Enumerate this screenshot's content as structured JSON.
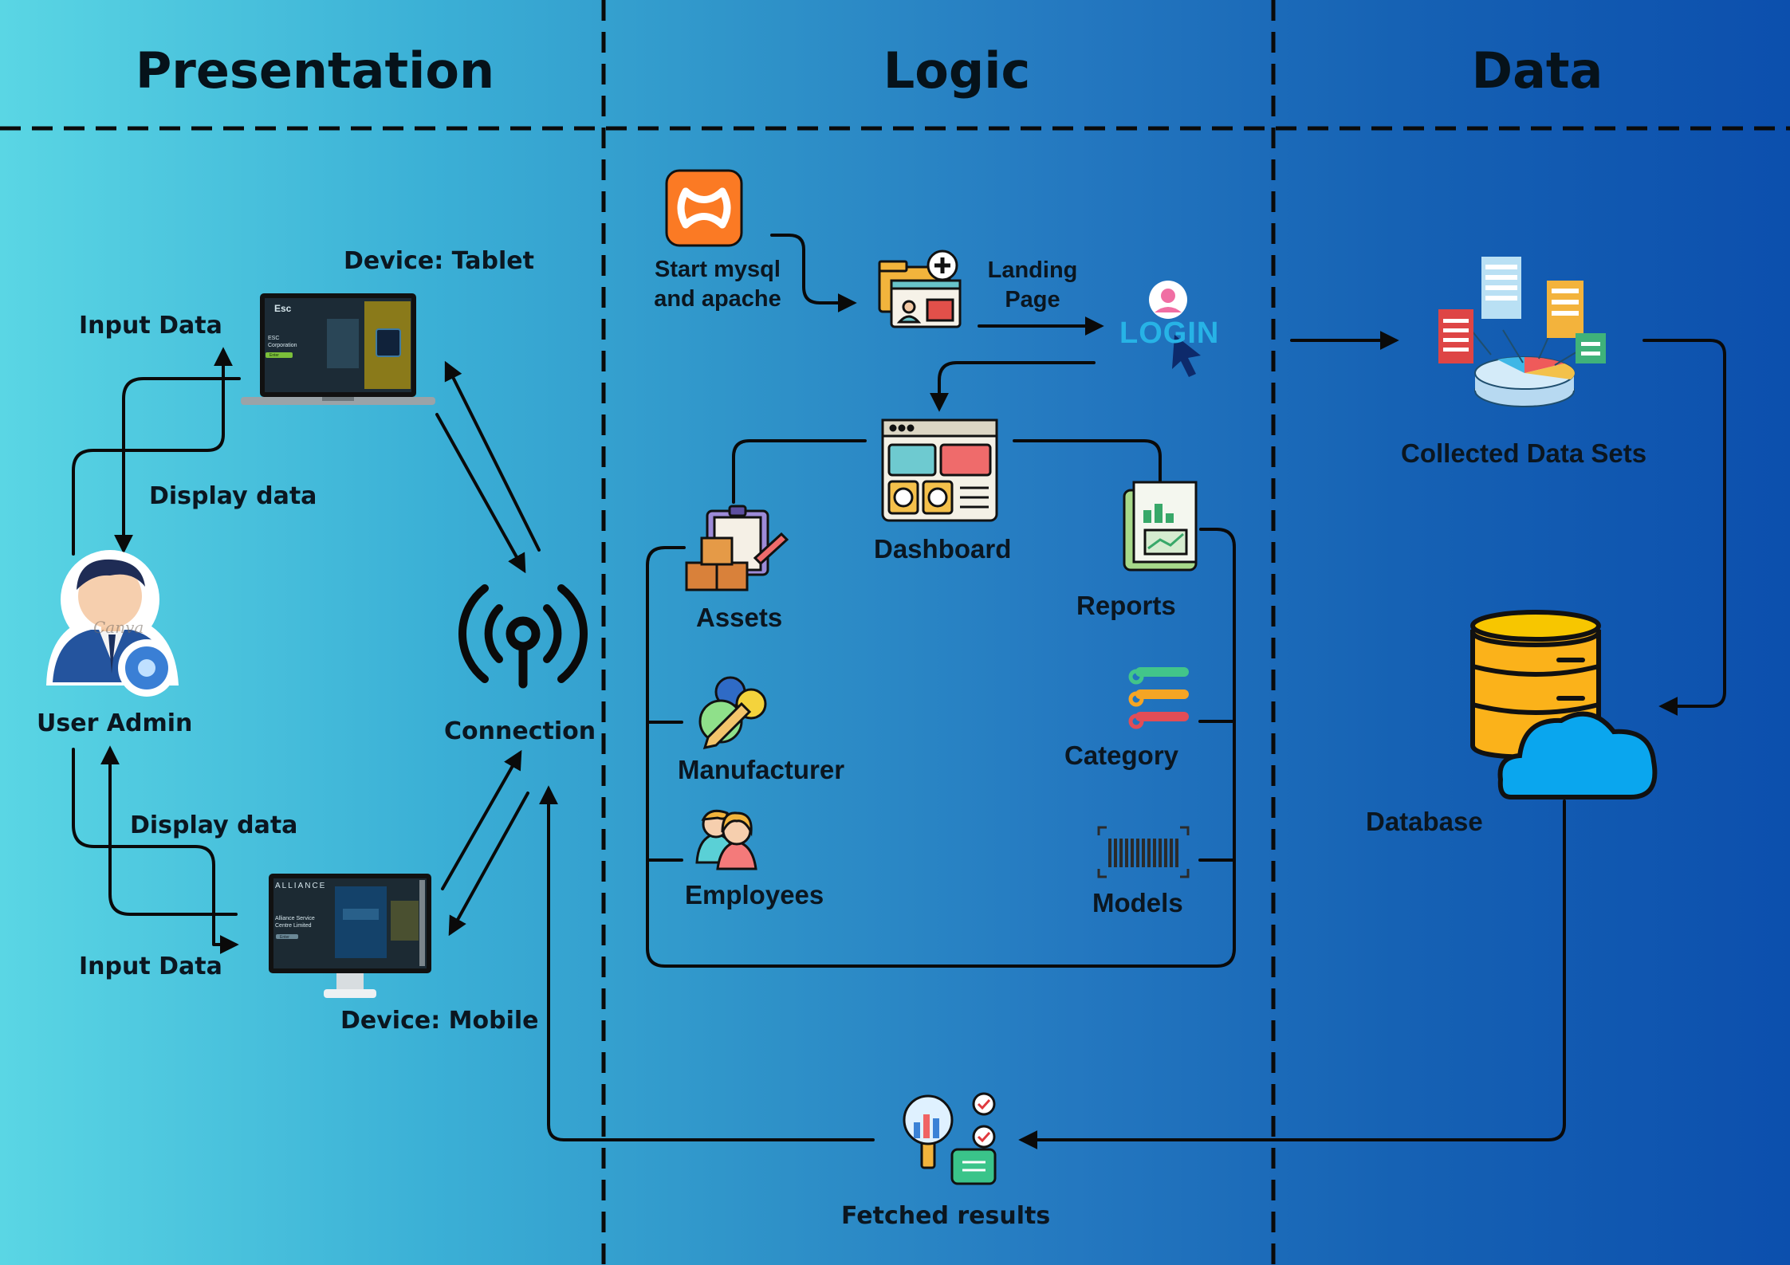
{
  "columns": {
    "presentation": "Presentation",
    "logic": "Logic",
    "data": "Data"
  },
  "presentation": {
    "device_tablet": "Device: Tablet",
    "device_mobile": "Device: Mobile",
    "input_data_top": "Input Data",
    "display_data_top": "Display data",
    "display_data_bottom": "Display data",
    "input_data_bottom": "Input Data",
    "user_admin": "User Admin",
    "connection": "Connection",
    "avatar_watermark": "Canva",
    "tablet_screen": {
      "brand": "Esc",
      "company": "ESC Corporation",
      "button": "Enter"
    },
    "mobile_screen": {
      "brand": "ALLIANCE",
      "company": "Alliance Service Centre Limited",
      "button": "Enter"
    }
  },
  "logic": {
    "start": "Start mysql and apache",
    "landing_page": "Landing Page",
    "login": "LOGIN",
    "dashboard": "Dashboard",
    "assets": "Assets",
    "reports": "Reports",
    "manufacturer": "Manufacturer",
    "category": "Category",
    "employees": "Employees",
    "models": "Models",
    "fetched_results": "Fetched results"
  },
  "data_col": {
    "collected_data_sets": "Collected Data Sets",
    "database": "Database"
  },
  "colors": {
    "line": "#0a0a0a",
    "xampp_orange": "#fb7a24",
    "db_yellow": "#f7c600",
    "cloud_blue": "#0aa6ee"
  }
}
